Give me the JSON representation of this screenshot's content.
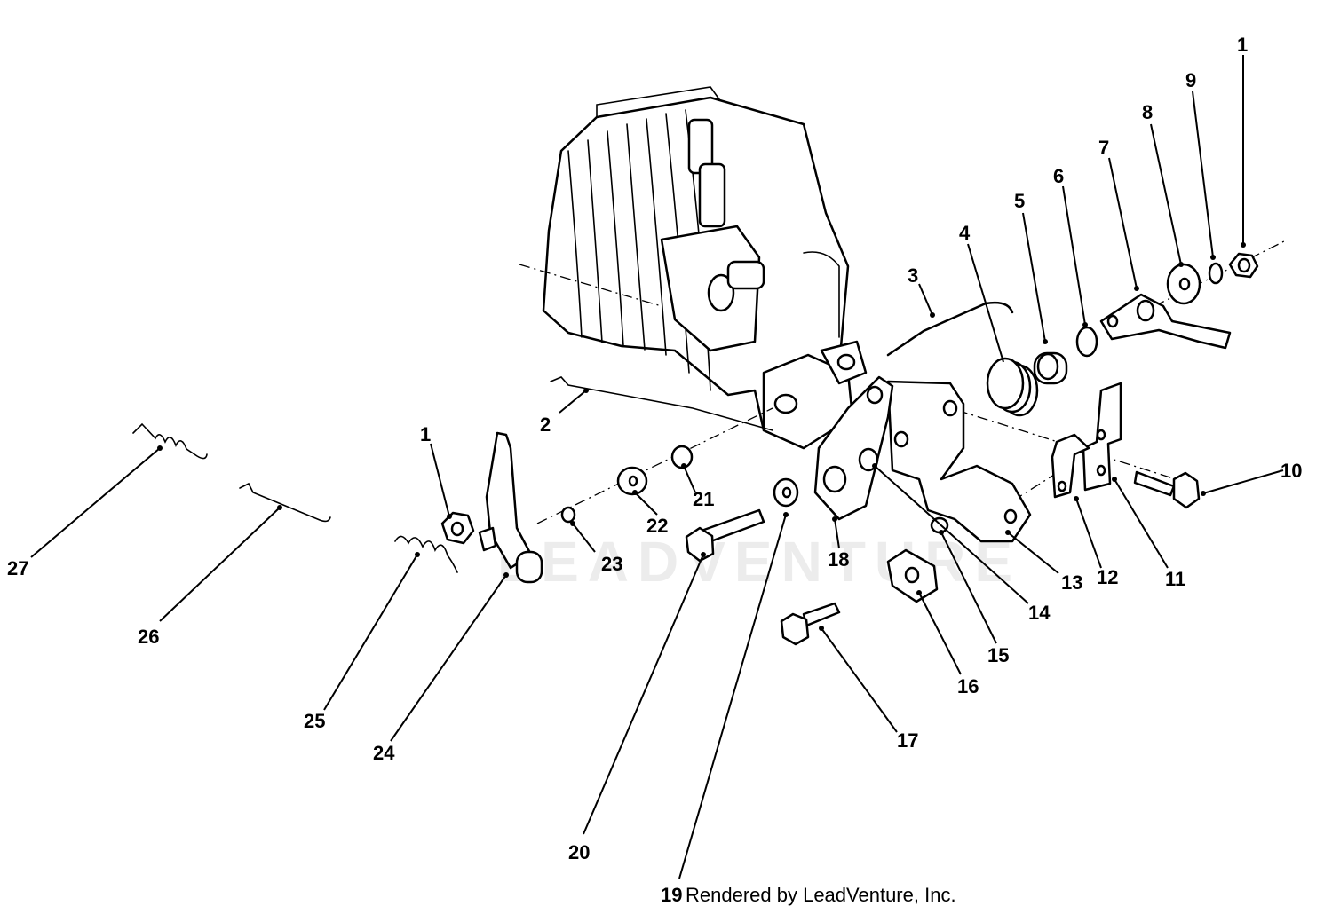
{
  "watermark": "LEADVENTURE",
  "footer": {
    "part_number": "19",
    "credit": "Rendered by LeadVenture, Inc."
  },
  "callouts": [
    {
      "id": "c1-top",
      "label": "1"
    },
    {
      "id": "c9",
      "label": "9"
    },
    {
      "id": "c8",
      "label": "8"
    },
    {
      "id": "c7",
      "label": "7"
    },
    {
      "id": "c6",
      "label": "6"
    },
    {
      "id": "c5",
      "label": "5"
    },
    {
      "id": "c4",
      "label": "4"
    },
    {
      "id": "c3",
      "label": "3"
    },
    {
      "id": "c2",
      "label": "2"
    },
    {
      "id": "c10",
      "label": "10"
    },
    {
      "id": "c11",
      "label": "11"
    },
    {
      "id": "c12",
      "label": "12"
    },
    {
      "id": "c13",
      "label": "13"
    },
    {
      "id": "c14",
      "label": "14"
    },
    {
      "id": "c15",
      "label": "15"
    },
    {
      "id": "c16",
      "label": "16"
    },
    {
      "id": "c17",
      "label": "17"
    },
    {
      "id": "c18",
      "label": "18"
    },
    {
      "id": "c20",
      "label": "20"
    },
    {
      "id": "c21",
      "label": "21"
    },
    {
      "id": "c22",
      "label": "22"
    },
    {
      "id": "c23",
      "label": "23"
    },
    {
      "id": "c24",
      "label": "24"
    },
    {
      "id": "c25",
      "label": "25"
    },
    {
      "id": "c26",
      "label": "26"
    },
    {
      "id": "c27",
      "label": "27"
    },
    {
      "id": "c1-left",
      "label": "1"
    }
  ]
}
